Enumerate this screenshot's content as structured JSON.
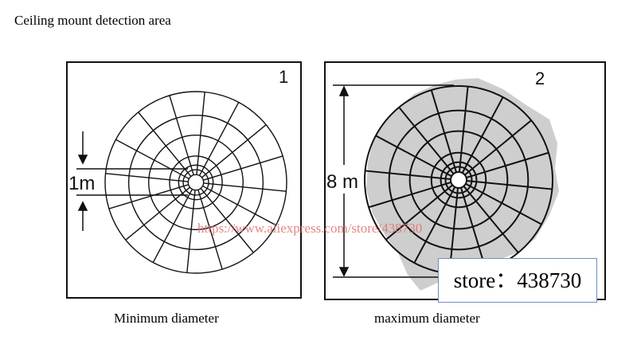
{
  "page": {
    "title": "Ceiling mount detection area"
  },
  "panels": [
    {
      "number": "1",
      "dimension_label": "1m",
      "caption": "Minimum diameter",
      "has_detection_zone": false
    },
    {
      "number": "2",
      "dimension_label": "8 m",
      "caption": "maximum diameter",
      "has_detection_zone": true
    }
  ],
  "watermark": {
    "text": "https://www.aliexpress.com/store/438730"
  },
  "store": {
    "label": "store：438730"
  },
  "colors": {
    "line": "#111111",
    "zone": "#bdbdbd",
    "watermark": "#e07070",
    "box_border": "#6b8fc0"
  }
}
